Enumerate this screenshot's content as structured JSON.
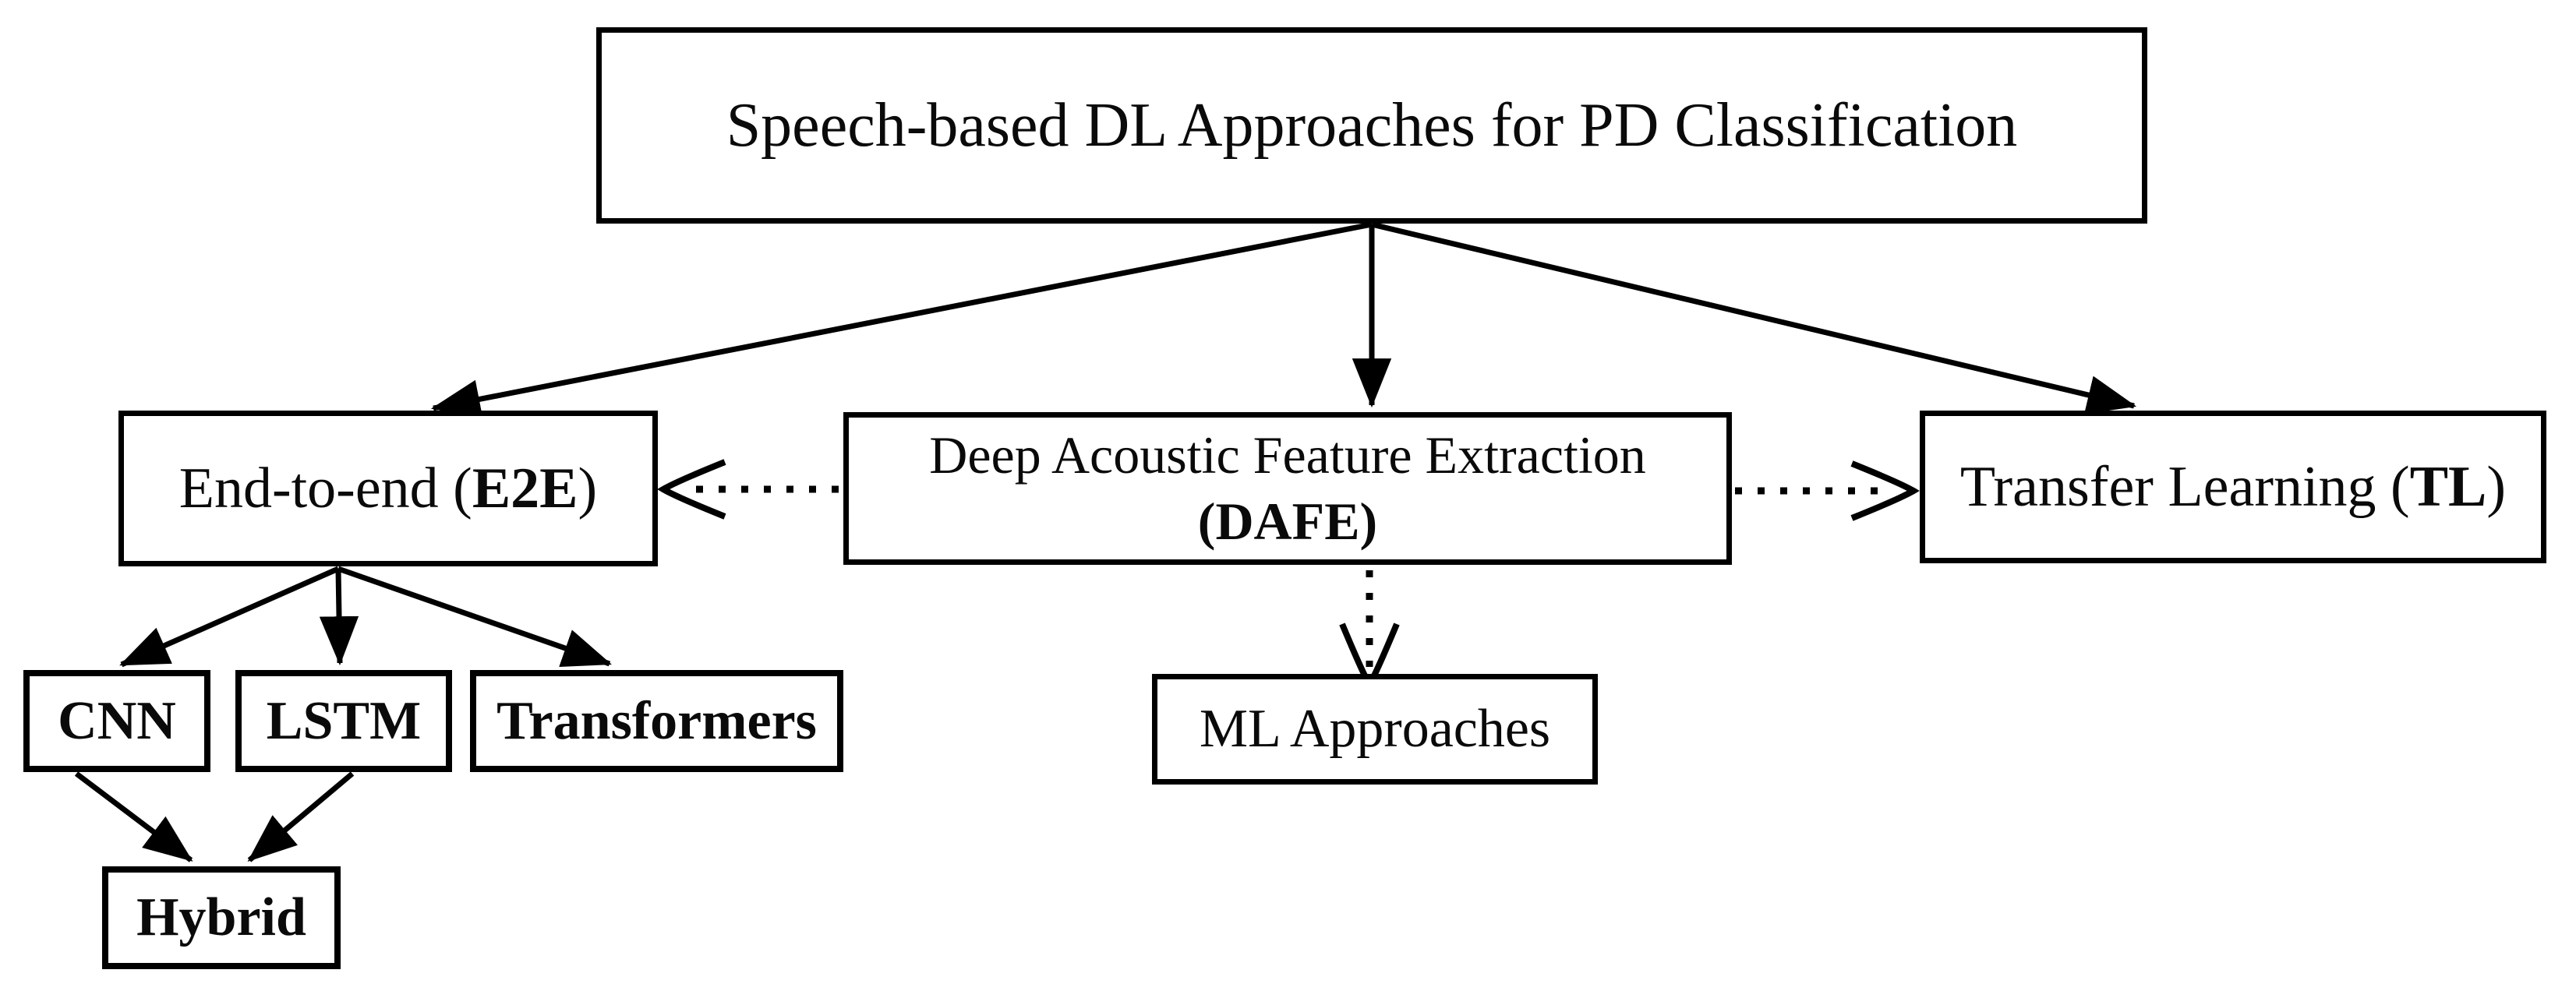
{
  "diagram": {
    "title": "Speech-based DL Approaches for PD Classification",
    "nodes": {
      "root": {
        "label": "Speech-based DL Approaches for PD Classification"
      },
      "e2e": {
        "pre": "End-to-end (",
        "bold": "E2E",
        "post": ")"
      },
      "dafe": {
        "line1": "Deep Acoustic Feature Extraction",
        "pre": "",
        "bold": "(DAFE)",
        "post": ""
      },
      "tl": {
        "pre": "Transfer Learning (",
        "bold": "TL",
        "post": ")"
      },
      "cnn": {
        "label": "CNN"
      },
      "lstm": {
        "label": "LSTM"
      },
      "transformers": {
        "label": "Transformers"
      },
      "ml": {
        "label": "ML Approaches"
      },
      "hybrid": {
        "label": "Hybrid"
      }
    },
    "edges": [
      {
        "from": "root",
        "to": "e2e",
        "type": "solid-arrow"
      },
      {
        "from": "root",
        "to": "dafe",
        "type": "solid-arrow"
      },
      {
        "from": "root",
        "to": "tl",
        "type": "solid-arrow"
      },
      {
        "from": "dafe",
        "to": "e2e",
        "type": "dotted-open-arrow"
      },
      {
        "from": "dafe",
        "to": "tl",
        "type": "dotted-open-arrow"
      },
      {
        "from": "dafe",
        "to": "ml",
        "type": "dotted-open-arrow"
      },
      {
        "from": "e2e",
        "to": "cnn",
        "type": "solid-arrow"
      },
      {
        "from": "e2e",
        "to": "lstm",
        "type": "solid-arrow"
      },
      {
        "from": "e2e",
        "to": "transformers",
        "type": "solid-arrow"
      },
      {
        "from": "cnn",
        "to": "hybrid",
        "type": "solid-arrow"
      },
      {
        "from": "lstm",
        "to": "hybrid",
        "type": "solid-arrow"
      }
    ],
    "colors": {
      "line": "#000000",
      "text": "#0a0a0a",
      "background": "#ffffff"
    }
  }
}
